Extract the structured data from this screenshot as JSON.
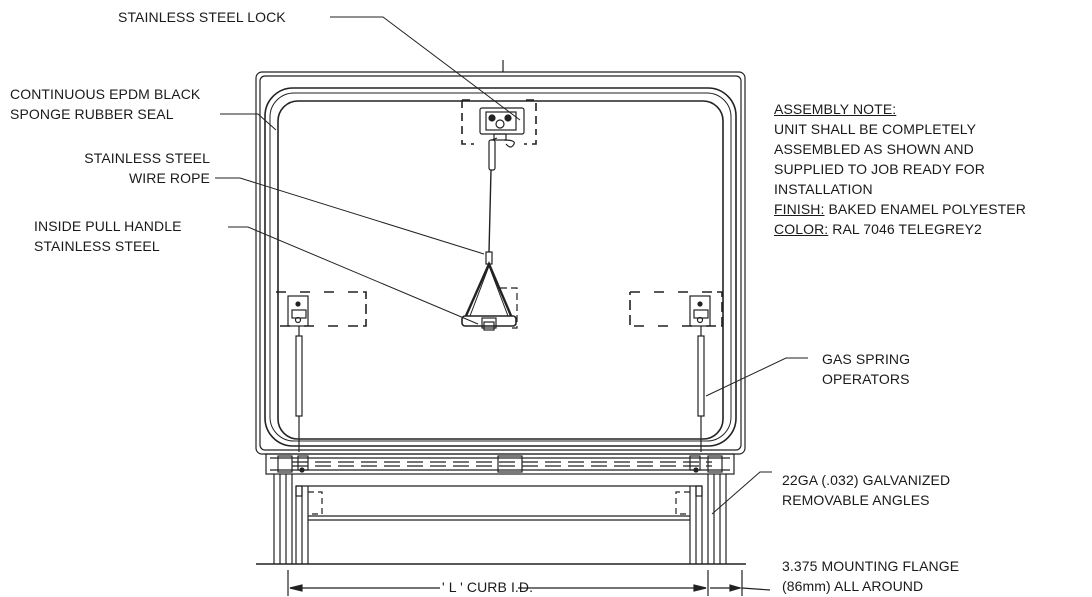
{
  "labels": {
    "lock": "STAINLESS STEEL LOCK",
    "seal": [
      "CONTINUOUS EPDM BLACK",
      "SPONGE RUBBER SEAL"
    ],
    "wire": [
      "STAINLESS STEEL",
      "WIRE ROPE"
    ],
    "handle": [
      "INSIDE PULL HANDLE",
      "STAINLESS STEEL"
    ],
    "gas": [
      "GAS SPRING",
      "OPERATORS"
    ],
    "angles": [
      "22GA (.032) GALVANIZED",
      "REMOVABLE ANGLES"
    ],
    "flange": [
      "3.375 MOUNTING FLANGE",
      "(86mm) ALL AROUND"
    ],
    "curb": "' L ' CURB I.D."
  },
  "notes": {
    "assembly_heading": "ASSEMBLY NOTE:",
    "assembly_lines": [
      "UNIT SHALL BE COMPLETELY",
      "ASSEMBLED AS SHOWN AND",
      "SUPPLIED TO JOB READY FOR",
      "INSTALLATION"
    ],
    "finish_key": "FINISH:",
    "finish_value": " BAKED ENAMEL POLYESTER",
    "color_key": "COLOR:",
    "color_value": " RAL 7046 TELEGREY2"
  }
}
